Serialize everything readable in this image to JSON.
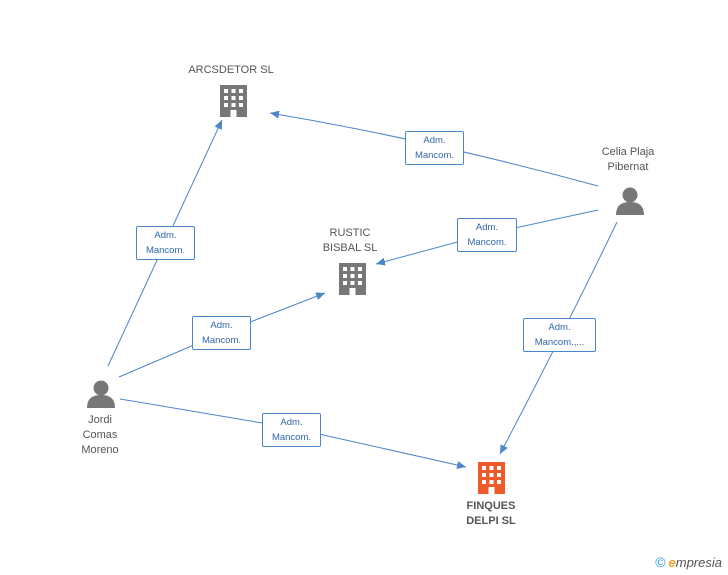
{
  "colors": {
    "edge": "#4a86c8",
    "company": "#777777",
    "focus_company": "#ee5a2a",
    "person": "#777777"
  },
  "nodes": {
    "arcsdetor": {
      "name": "ARCSDETOR SL",
      "icon": "building-icon"
    },
    "rustic": {
      "name": "RUSTIC\nBISBAL SL",
      "icon": "building-icon"
    },
    "finques": {
      "name": "FINQUES\nDELPI SL",
      "icon": "building-icon"
    },
    "celia": {
      "name": "Celia Plaja\nPibernat",
      "icon": "person-icon"
    },
    "jordi": {
      "name": "Jordi\nComas\nMoreno",
      "icon": "person-icon"
    }
  },
  "edges": [
    {
      "from": "jordi",
      "to": "arcsdetor",
      "label": "Adm.\nMancom."
    },
    {
      "from": "jordi",
      "to": "rustic",
      "label": "Adm.\nMancom."
    },
    {
      "from": "jordi",
      "to": "finques",
      "label": "Adm.\nMancom."
    },
    {
      "from": "celia",
      "to": "arcsdetor",
      "label": "Adm.\nMancom."
    },
    {
      "from": "celia",
      "to": "rustic",
      "label": "Adm.\nMancom."
    },
    {
      "from": "celia",
      "to": "finques",
      "label": "Adm.\nMancom.,..."
    }
  ],
  "brand": {
    "copyright": "©",
    "e": "e",
    "rest": "mpresia"
  }
}
